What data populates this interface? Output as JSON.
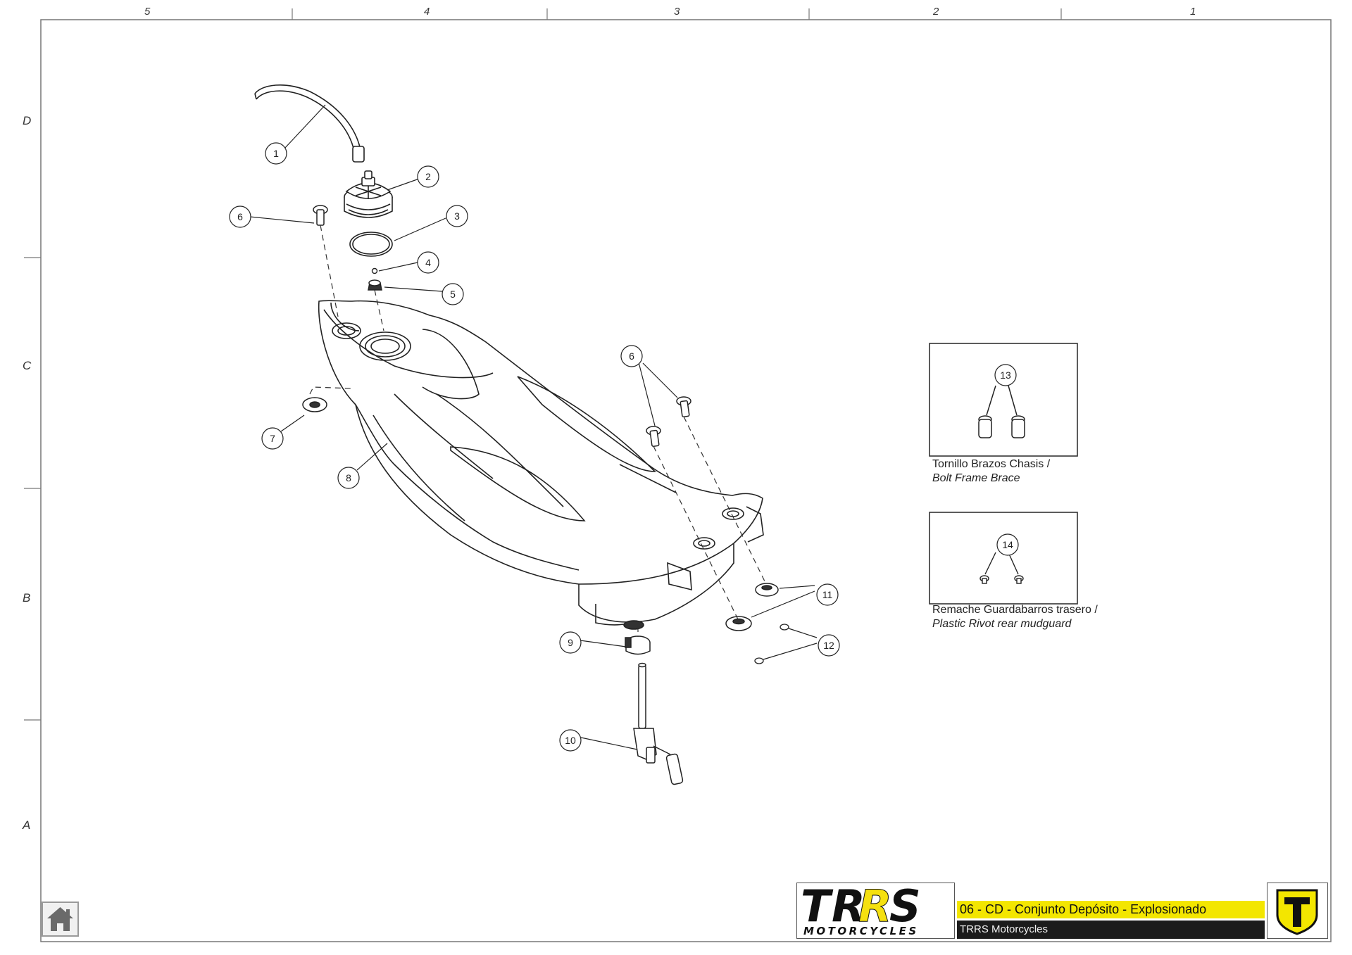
{
  "grid": {
    "columns": [
      "5",
      "4",
      "3",
      "2",
      "1"
    ],
    "rows": [
      "D",
      "C",
      "B",
      "A"
    ]
  },
  "callouts": [
    "1",
    "2",
    "3",
    "4",
    "5",
    "6",
    "6",
    "7",
    "8",
    "9",
    "10",
    "11",
    "12",
    "13",
    "14"
  ],
  "insets": [
    {
      "callout": "13",
      "caption_es": "Tornillo Brazos Chasis /",
      "caption_en": "Bolt Frame Brace"
    },
    {
      "callout": "14",
      "caption_es": "Remache Guardabarros trasero /",
      "caption_en": "Plastic Rivot rear mudguard"
    }
  ],
  "title_block": {
    "logo_text": "TRRS",
    "logo_subtext": "MOTORCYCLES",
    "title": "06 - CD - Conjunto Depósito - Explosionado",
    "company": "TRRS Motorcycles",
    "brand_color": "#f3e600",
    "emblem_icon": "trrs-t-shield-icon"
  },
  "nav": {
    "home_icon": "home-icon"
  }
}
